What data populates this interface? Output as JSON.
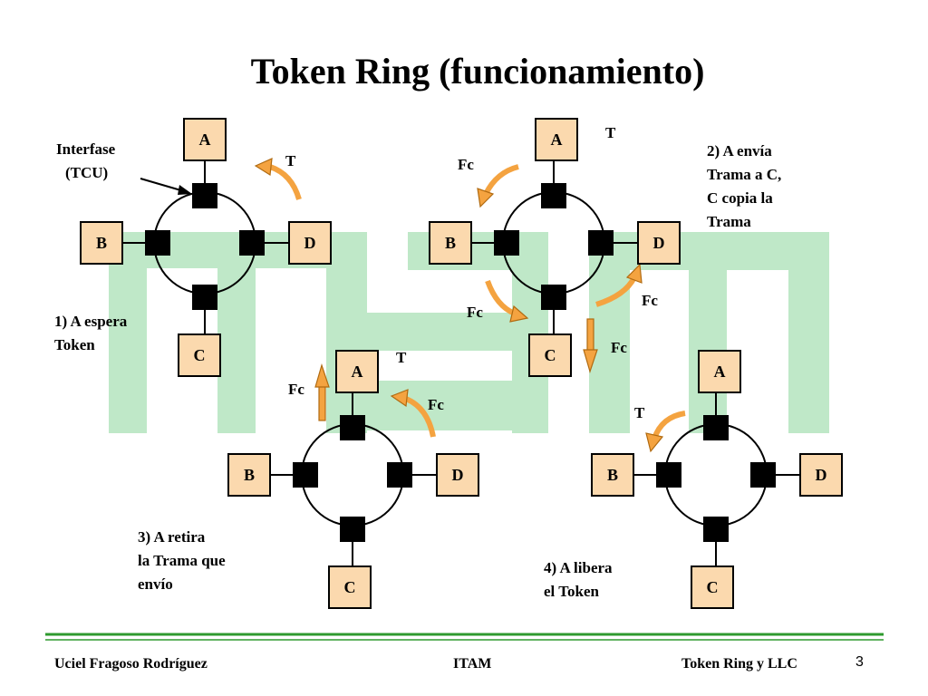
{
  "title": "Token Ring (funcionamiento)",
  "colors": {
    "logo": "#bfe8c8",
    "node_fill": "#fbd9ae",
    "arrow": "#f4a340",
    "footer_line": "#2e9a2e"
  },
  "icons": {
    "flow_arrow": "curved-arrow-icon",
    "tcu": "tcu-square-icon"
  },
  "annotations": {
    "interface_line1": "Interfase",
    "interface_line2": "(TCU)"
  },
  "rings": [
    {
      "nodes": {
        "a": "A",
        "b": "B",
        "c": "C",
        "d": "D"
      },
      "caption": [
        "1) A espera",
        "Token"
      ],
      "labels": [
        "T"
      ]
    },
    {
      "nodes": {
        "a": "A",
        "b": "B",
        "c": "C",
        "d": "D"
      },
      "caption": [
        "2) A envía",
        "Trama a C,",
        "C copia la",
        "Trama"
      ],
      "labels": [
        "T",
        "Fc",
        "Fc",
        "Fc",
        "Fc"
      ]
    },
    {
      "nodes": {
        "a": "A",
        "b": "B",
        "c": "C",
        "d": "D"
      },
      "caption": [
        "3) A retira",
        "la Trama que",
        "envío"
      ],
      "labels": [
        "T",
        "Fc",
        "Fc"
      ]
    },
    {
      "nodes": {
        "a": "A",
        "b": "B",
        "c": "C",
        "d": "D"
      },
      "caption": [
        "4) A libera",
        "el Token"
      ],
      "labels": [
        "T"
      ]
    }
  ],
  "footer": {
    "author": "Uciel Fragoso Rodríguez",
    "institution": "ITAM",
    "topic": "Token Ring y LLC",
    "page": "3"
  }
}
